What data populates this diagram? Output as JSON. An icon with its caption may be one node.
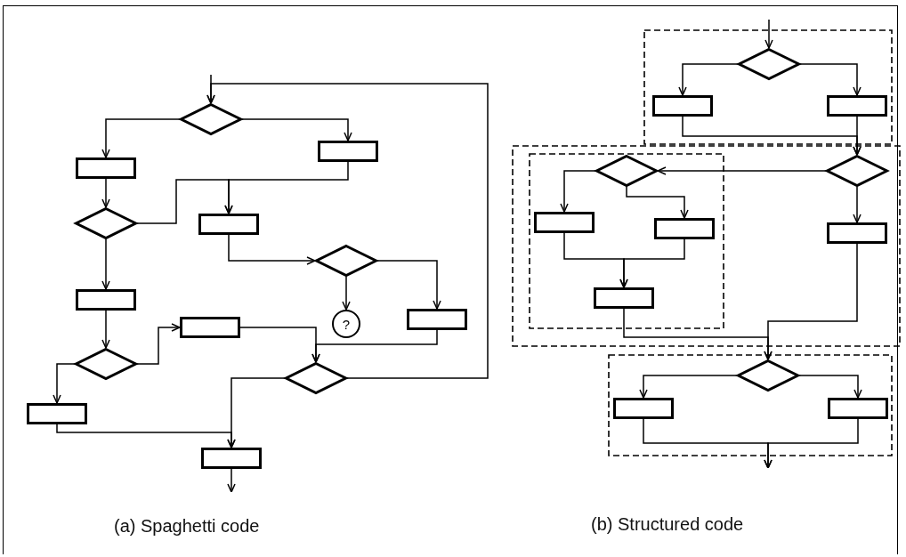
{
  "diagram": {
    "nodes": [
      {
        "text": [],
        "shape": "diamond"
      },
      {
        "text": [],
        "shape": "box"
      },
      {
        "text": [],
        "shape": "box"
      },
      {
        "text": [],
        "shape": "diamond"
      },
      {
        "text": [],
        "shape": "box"
      },
      {
        "text": [],
        "shape": "diamond"
      },
      {
        "text": [
          "?"
        ]
      },
      {
        "text": [],
        "shape": "box"
      },
      {
        "text": [],
        "shape": "box"
      },
      {
        "text": [],
        "shape": "diamond"
      },
      {
        "text": [],
        "shape": "box"
      },
      {
        "text": [],
        "shape": "diamond"
      },
      {
        "text": [],
        "shape": "box"
      },
      {
        "text": [],
        "shape": "box"
      },
      {
        "text": [],
        "shape": "frame"
      },
      {
        "text": [],
        "shape": "diamond",
        "in": 14
      },
      {
        "text": [],
        "shape": "box",
        "in": 14
      },
      {
        "text": [],
        "shape": "box",
        "in": 14
      },
      {
        "text": [],
        "shape": "frame"
      },
      {
        "text": [],
        "shape": "frame",
        "in": 18
      },
      {
        "text": [],
        "shape": "diamond",
        "in": 19
      },
      {
        "text": [],
        "shape": "box",
        "in": 19
      },
      {
        "text": [],
        "shape": "box",
        "in": 19
      },
      {
        "text": [],
        "shape": "box",
        "in": 19
      },
      {
        "text": [],
        "shape": "diamond",
        "in": 18
      },
      {
        "text": [],
        "shape": "box",
        "in": 18
      },
      {
        "text": [],
        "shape": "frame"
      },
      {
        "text": [],
        "shape": "diamond",
        "in": 26
      },
      {
        "text": [],
        "shape": "box",
        "in": 26
      },
      {
        "text": [],
        "shape": "box",
        "in": 26
      }
    ],
    "edges": [
      {
        "from": null,
        "to": 0,
        "arrow": "to"
      },
      {
        "from": 11,
        "to": 0,
        "arrow": "to"
      },
      {
        "from": 0,
        "to": 1,
        "arrow": "to"
      },
      {
        "from": 0,
        "to": 2,
        "arrow": "to"
      },
      {
        "from": 1,
        "to": 3,
        "arrow": "to"
      },
      {
        "from": 3,
        "to": 4,
        "arrow": "to"
      },
      {
        "from": 2,
        "to": 4,
        "arrow": "to"
      },
      {
        "from": 4,
        "to": 5,
        "arrow": "to"
      },
      {
        "from": 5,
        "to": 6,
        "arrow": "to"
      },
      {
        "from": 5,
        "to": 8,
        "arrow": "to"
      },
      {
        "from": 3,
        "to": 7,
        "arrow": "to"
      },
      {
        "from": 7,
        "to": 9,
        "arrow": "to"
      },
      {
        "from": 9,
        "to": 10,
        "arrow": "to"
      },
      {
        "from": 9,
        "to": 12,
        "arrow": "to"
      },
      {
        "from": 10,
        "to": 11,
        "arrow": "to"
      },
      {
        "from": 8,
        "to": 11,
        "arrow": "to"
      },
      {
        "from": 11,
        "to": 13,
        "arrow": "to"
      },
      {
        "from": 12,
        "to": 13,
        "arrow": "to"
      },
      {
        "from": 13,
        "to": null,
        "arrow": "to"
      },
      {
        "from": null,
        "to": 15,
        "arrow": "to"
      },
      {
        "from": 15,
        "to": 16,
        "arrow": "to"
      },
      {
        "from": 15,
        "to": 17,
        "arrow": "to"
      },
      {
        "from": 16,
        "to": 24,
        "arrow": "to"
      },
      {
        "from": 17,
        "to": 24,
        "arrow": "to"
      },
      {
        "from": 24,
        "to": 20,
        "arrow": "to"
      },
      {
        "from": 20,
        "to": 21,
        "arrow": "to"
      },
      {
        "from": 20,
        "to": 22,
        "arrow": "to"
      },
      {
        "from": 21,
        "to": 23,
        "arrow": "to"
      },
      {
        "from": 22,
        "to": 23,
        "arrow": "to"
      },
      {
        "from": 24,
        "to": 25,
        "arrow": "to"
      },
      {
        "from": 23,
        "to": 27,
        "arrow": "to"
      },
      {
        "from": 25,
        "to": 27,
        "arrow": "to"
      },
      {
        "from": 27,
        "to": 28,
        "arrow": "to"
      },
      {
        "from": 27,
        "to": 29,
        "arrow": "to"
      },
      {
        "from": 28,
        "to": null,
        "arrow": "to"
      },
      {
        "from": 29,
        "to": null,
        "arrow": "to"
      }
    ],
    "labels": [
      "(a) Spaghetti code",
      "(b) Structured code"
    ]
  }
}
